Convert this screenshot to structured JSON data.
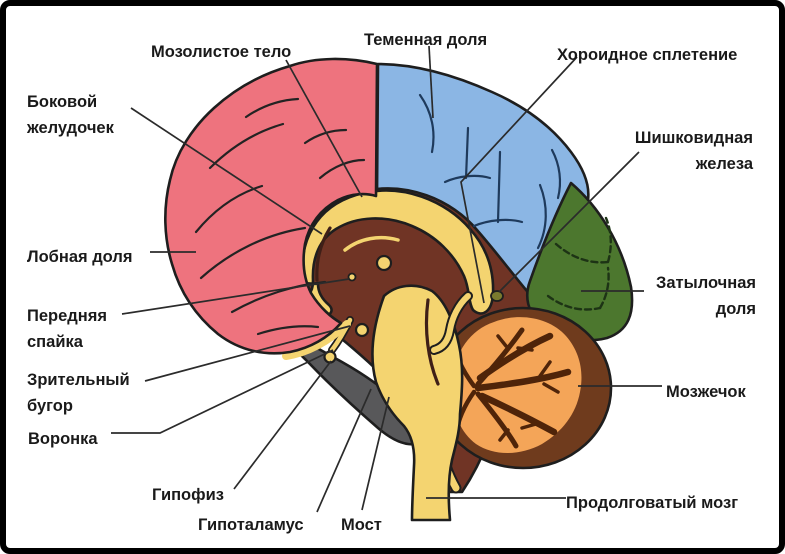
{
  "labels": [
    {
      "id": "corpus-callosum",
      "text": "Мозолистое тело"
    },
    {
      "id": "parietal-lobe",
      "text": "Теменная доля"
    },
    {
      "id": "choroid-plexus",
      "text": "Хороидное сплетение"
    },
    {
      "id": "lateral-ventricle",
      "text": "Боковой желудочек"
    },
    {
      "id": "pineal-gland",
      "text": "Шишковидная железа"
    },
    {
      "id": "frontal-lobe",
      "text": "Лобная доля"
    },
    {
      "id": "occipital-lobe",
      "text": "Затылочная доля"
    },
    {
      "id": "anterior-commissure",
      "text": "Передняя спайка"
    },
    {
      "id": "thalamus",
      "text": "Зрительный бугор"
    },
    {
      "id": "cerebellum",
      "text": "Мозжечок"
    },
    {
      "id": "infundibulum",
      "text": "Воронка"
    },
    {
      "id": "pituitary",
      "text": "Гипофиз"
    },
    {
      "id": "hypothalamus",
      "text": "Гипоталамус"
    },
    {
      "id": "pons",
      "text": "Мост"
    },
    {
      "id": "medulla",
      "text": "Продолговатый мозг"
    }
  ],
  "colors": {
    "frontal_lobe": "#ee737e",
    "parietal_lobe": "#8bb6e4",
    "occipital_lobe": "#4c772e",
    "inner_brain": "#703425",
    "midbrain_gray": "#58585a",
    "cerebellum_outer": "#6f3b1d",
    "cerebellum_inner": "#f4a558",
    "cerebellum_branches": "#4f2409",
    "corpus_callosum": "#f4d470",
    "outline": "#1e1e1e",
    "leader_line": "#2b2b2b",
    "label_text": "#1a1a1a",
    "background": "#ffffff",
    "frame": "#000000"
  }
}
